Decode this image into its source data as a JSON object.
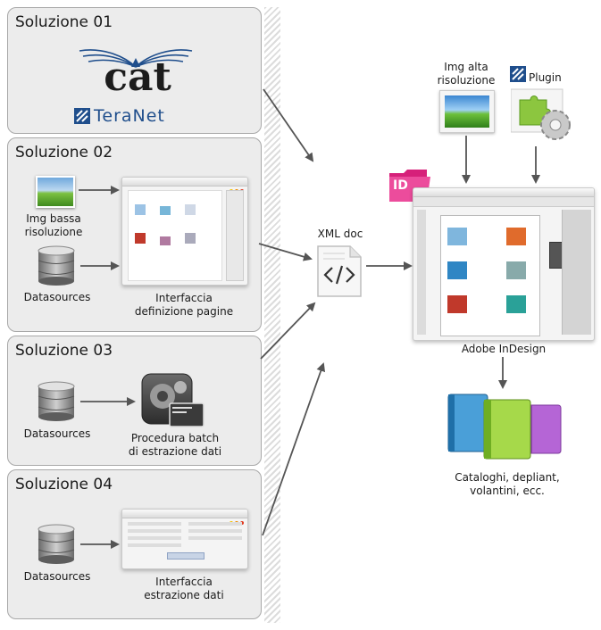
{
  "solutions": [
    {
      "title": "Soluzione 01",
      "logo_top": "cat",
      "logo_bottom": "TeraNet"
    },
    {
      "title": "Soluzione 02",
      "img_label_1": "Img bassa",
      "img_label_2": "risoluzione",
      "ds_label": "Datasources",
      "ui_label_1": "Interfaccia",
      "ui_label_2": "definizione pagine"
    },
    {
      "title": "Soluzione 03",
      "ds_label": "Datasources",
      "batch_label_1": "Procedura batch",
      "batch_label_2": "di estrazione dati"
    },
    {
      "title": "Soluzione 04",
      "ds_label": "Datasources",
      "ui_label_1": "Interfaccia",
      "ui_label_2": "estrazione dati"
    }
  ],
  "xml_label": "XML doc",
  "hires_label_1": "Img alta",
  "hires_label_2": "risoluzione",
  "plugin_label": "Plugin",
  "indesign_label": "Adobe InDesign",
  "indesign_badge": "ID",
  "output_label_1": "Cataloghi, depliant,",
  "output_label_2": "volantini, ecc.",
  "colors": {
    "panel_bg": "#ececec",
    "panel_border": "#a8a8a8",
    "arrow": "#555555",
    "cat_blue": "#1f4e8c",
    "indesign_pink": "#d6207a"
  }
}
